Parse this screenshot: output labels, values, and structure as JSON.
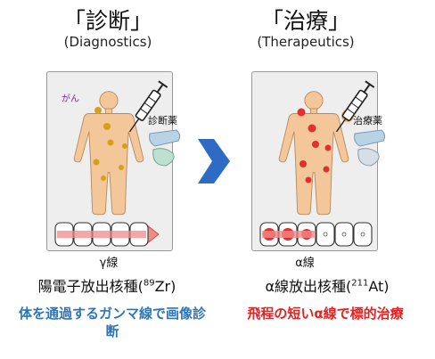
{
  "diagnostics": {
    "title": "「診断」",
    "subtitle": "(Diagnostics)",
    "cancer_label": "がん",
    "drug_label": "診断薬",
    "ray_label": "γ線",
    "isotope_prefix": "陽電子放出核種(",
    "isotope_mass": "89",
    "isotope_suffix": "Zr)",
    "note": "体を通過するガンマ線で画像診断"
  },
  "therapeutics": {
    "title": "「治療」",
    "subtitle": "(Therapeutics)",
    "drug_label": "治療薬",
    "ray_label": "α線",
    "isotope_prefix": "α線放出核種(",
    "isotope_mass": "211",
    "isotope_suffix": "At)",
    "note": "飛程の短いα線で標的治療"
  },
  "colors": {
    "note_left": "#2e75b6",
    "note_right": "#e52222",
    "arrow": "#2e6bc4",
    "skin": "#f3c79a",
    "diag_spot": "#d4a017",
    "ther_spot": "#e03030"
  }
}
